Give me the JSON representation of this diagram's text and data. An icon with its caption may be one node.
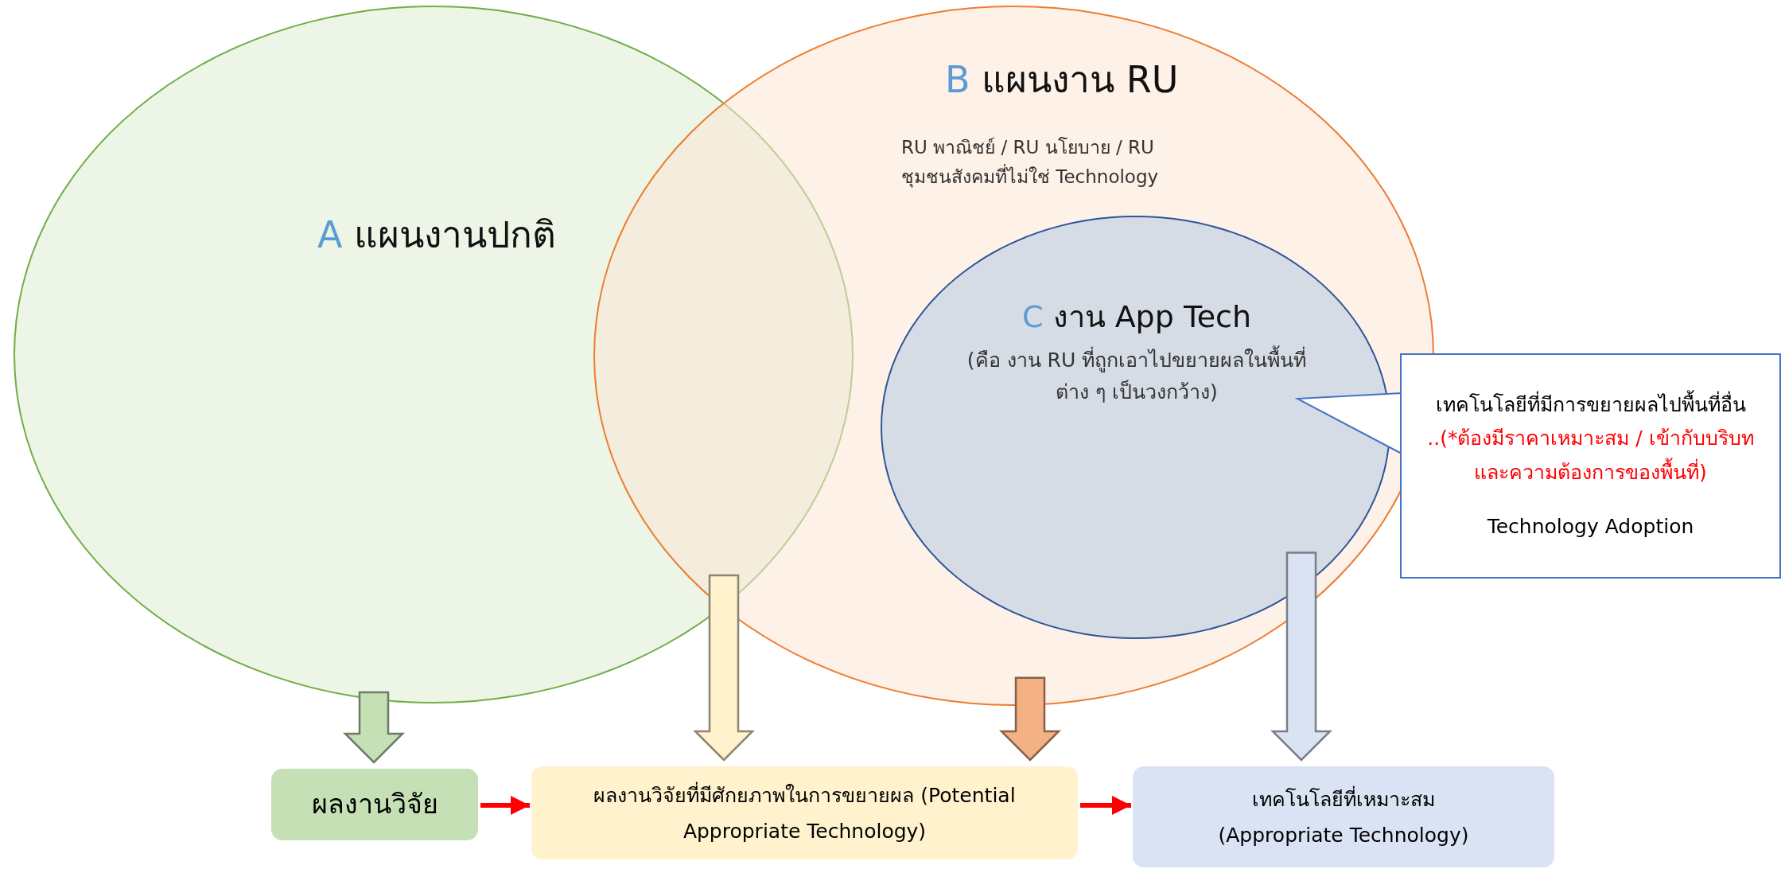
{
  "diagram": {
    "nodes": [
      {
        "text": [
          "A แผนงานปกติ"
        ]
      },
      {
        "text": [
          "B แผนงาน RU",
          "RU พาณิชย์ / RU นโยบาย / RU ชุมชนสังคมที่ไม่ใช่ Technology"
        ]
      },
      {
        "text": [
          "C งาน App Tech",
          "(คือ งาน RU ที่ถูกเอาไปขยายผลในพื้นที่ ต่าง ๆ เป็นวงกว้าง)"
        ],
        "in": 1
      },
      {
        "text": [
          "เทคโนโลยีที่มีการขยายผลไปพื้นที่อื่น",
          "..(*ต้องมีราคาเหมาะสม / เข้ากับบริบท และความต้องการของพื้นที่)",
          "Technology Adoption"
        ]
      },
      {
        "text": [
          "ผลงานวิจัย"
        ]
      },
      {
        "text": [
          "ผลงานวิจัยที่มีศักยภาพในการขยายผล (Potential Appropriate Technology)"
        ]
      },
      {
        "text": [
          "เทคโนโลยีที่เหมาะสม",
          "(Appropriate Technology)"
        ]
      }
    ],
    "edges": [
      {
        "from": 3,
        "to": 2,
        "arrow": "to",
        "color": "#4472c4"
      },
      {
        "from": 0,
        "to": 4,
        "arrow": "to",
        "style": "thick",
        "color": "#c5e0b4"
      },
      {
        "from": null,
        "to": 5,
        "arrow": "to",
        "style": "thick",
        "color": "#fff2cc"
      },
      {
        "from": 1,
        "to": 5,
        "arrow": "to",
        "style": "thick",
        "color": "#f4b183"
      },
      {
        "from": 2,
        "to": 6,
        "arrow": "to",
        "style": "thick",
        "color": "#dae3f3"
      },
      {
        "from": 4,
        "to": 5,
        "arrow": "to",
        "color": "#ff0000"
      },
      {
        "from": 5,
        "to": 6,
        "arrow": "to",
        "color": "#ff0000"
      }
    ]
  }
}
